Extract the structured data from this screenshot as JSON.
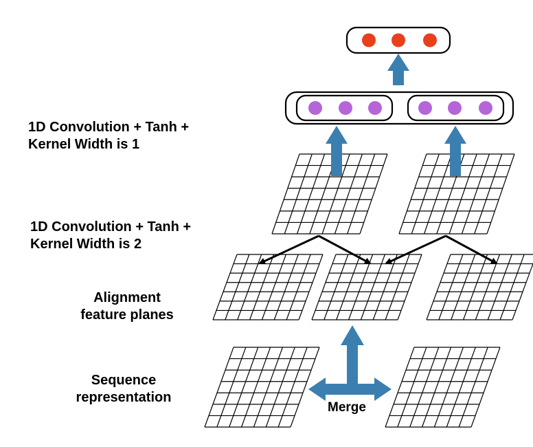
{
  "labels": {
    "conv_k1_line1": "1D Convolution + Tanh +",
    "conv_k1_line2": "Kernel Width is 1",
    "conv_k2_line1": "1D Convolution + Tanh +",
    "conv_k2_line2": "Kernel Width is 2",
    "alignment_line1": "Alignment",
    "alignment_line2": "feature planes",
    "sequence_line1": "Sequence",
    "sequence_line2": "representation",
    "merge": "Merge"
  },
  "colors": {
    "arrow_blue": "#3b7fb0",
    "output_node_red": "#e8401c",
    "hidden_node_purple": "#b565d8",
    "grid_stroke": "#000000"
  },
  "icons": [
    "up-arrow-icon",
    "merge-arrow-icon",
    "black-arrow-icon"
  ]
}
